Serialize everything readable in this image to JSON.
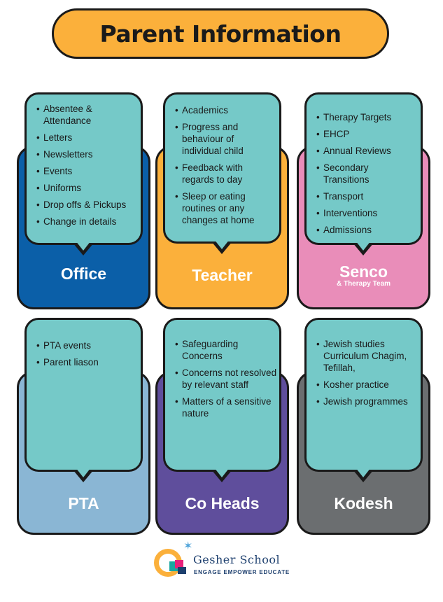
{
  "title": "Parent Information",
  "cards": [
    {
      "label": "Office",
      "sublabel": "",
      "base_color": "#0B5FA8",
      "items": [
        "Absentee & Attendance",
        "Letters",
        "Newsletters",
        "Events",
        "Uniforms",
        "Drop offs & Pickups",
        "Change in details"
      ]
    },
    {
      "label": "Teacher",
      "sublabel": "",
      "base_color": "#FBB03B",
      "items": [
        "Academics",
        "Progress and behaviour of individual child",
        "Feedback with regards to day",
        "Sleep or eating routines or any changes at home"
      ]
    },
    {
      "label": "Senco",
      "sublabel": "& Therapy Team",
      "base_color": "#E98DB9",
      "items": [
        "Therapy Targets",
        "EHCP",
        "Annual Reviews",
        "Secondary Transitions",
        "Transport",
        "Interventions",
        "Admissions"
      ]
    },
    {
      "label": "PTA",
      "sublabel": "",
      "base_color": "#8AB6D4",
      "items": [
        "PTA events",
        "Parent liason"
      ]
    },
    {
      "label": "Co Heads",
      "sublabel": "",
      "base_color": "#5F4E9C",
      "items": [
        "Safeguarding Concerns",
        "Concerns not resolved by relevant staff",
        "Matters of a sensitive nature"
      ]
    },
    {
      "label": "Kodesh",
      "sublabel": "",
      "base_color": "#6B6E70",
      "items": [
        "Jewish studies Curriculum Chagim, Tefillah,",
        "Kosher practice",
        "Jewish programmes"
      ]
    }
  ],
  "bubble_color": "#75C9C8",
  "logo": {
    "name": "Gesher School",
    "tagline": "ENGAGE EMPOWER EDUCATE",
    "icon": "gesher-logo-icon"
  }
}
